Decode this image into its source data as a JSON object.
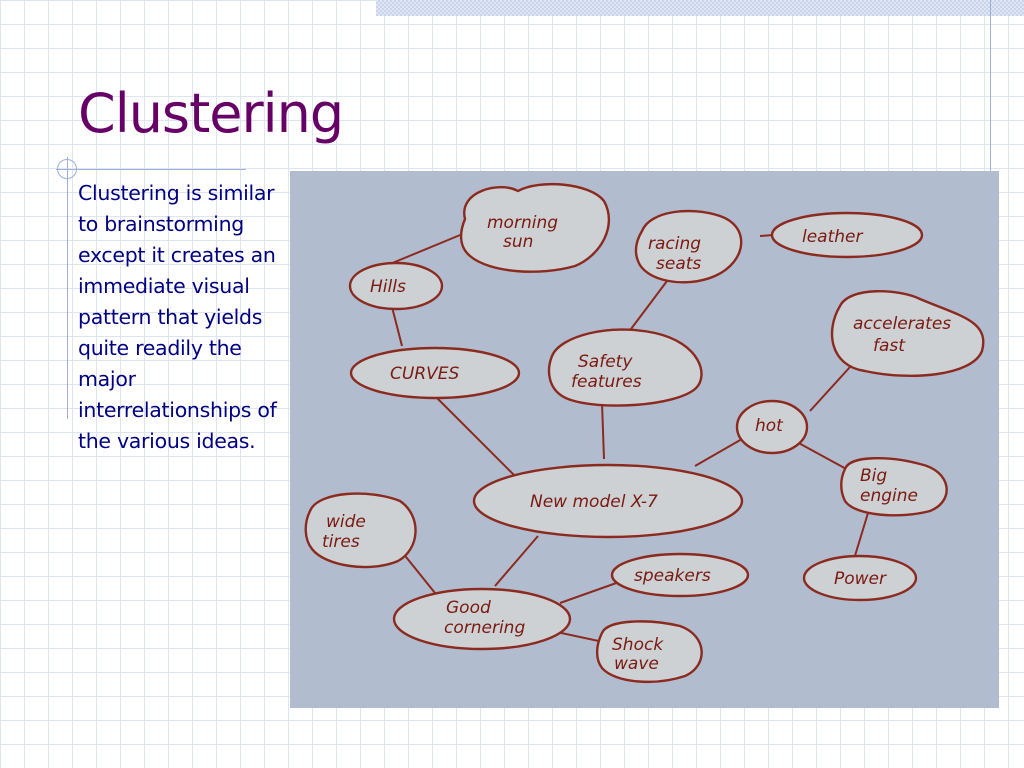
{
  "slide": {
    "title": "Clustering",
    "body": "Clustering is similar to brainstorming except it creates an immediate visual pattern that yields quite readily the major interrelationships of the various ideas."
  },
  "cluster_map": {
    "center": "New model X-7",
    "nodes": {
      "morning_sun": [
        "morning",
        "sun"
      ],
      "hills": [
        "Hills"
      ],
      "curves": [
        "CURVES"
      ],
      "racing_seats": [
        "racing",
        "seats"
      ],
      "leather": [
        "leather"
      ],
      "safety_features": [
        "Safety",
        "features"
      ],
      "accelerates_fast": [
        "accelerates",
        "fast"
      ],
      "hot": [
        "hot"
      ],
      "big_engine": [
        "Big",
        "engine"
      ],
      "power": [
        "Power"
      ],
      "wide_tires": [
        "wide",
        "tires"
      ],
      "good_cornering": [
        "Good",
        "cornering"
      ],
      "speakers": [
        "speakers"
      ],
      "shock_wave": [
        "Shock",
        "wave"
      ]
    }
  }
}
